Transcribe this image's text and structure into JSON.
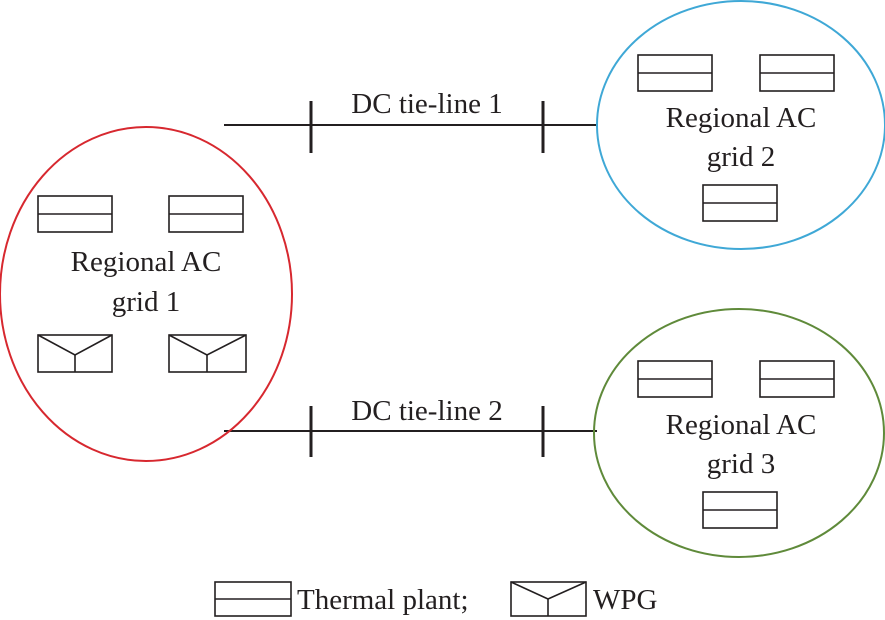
{
  "grids": [
    {
      "line1": "Regional AC",
      "line2": "grid 1",
      "border_color": "#d7282f"
    },
    {
      "line1": "Regional AC",
      "line2": "grid 2",
      "border_color": "#3fa8d6"
    },
    {
      "line1": "Regional AC",
      "line2": "grid 3",
      "border_color": "#5f8a3a"
    }
  ],
  "tielines": [
    {
      "label": "DC tie-line 1"
    },
    {
      "label": "DC tie-line 2"
    }
  ],
  "legend": {
    "thermal": "Thermal plant;",
    "wpg": "WPG"
  },
  "icons": {
    "thermal": "thermal-plant-icon",
    "wpg": "wpg-icon"
  }
}
